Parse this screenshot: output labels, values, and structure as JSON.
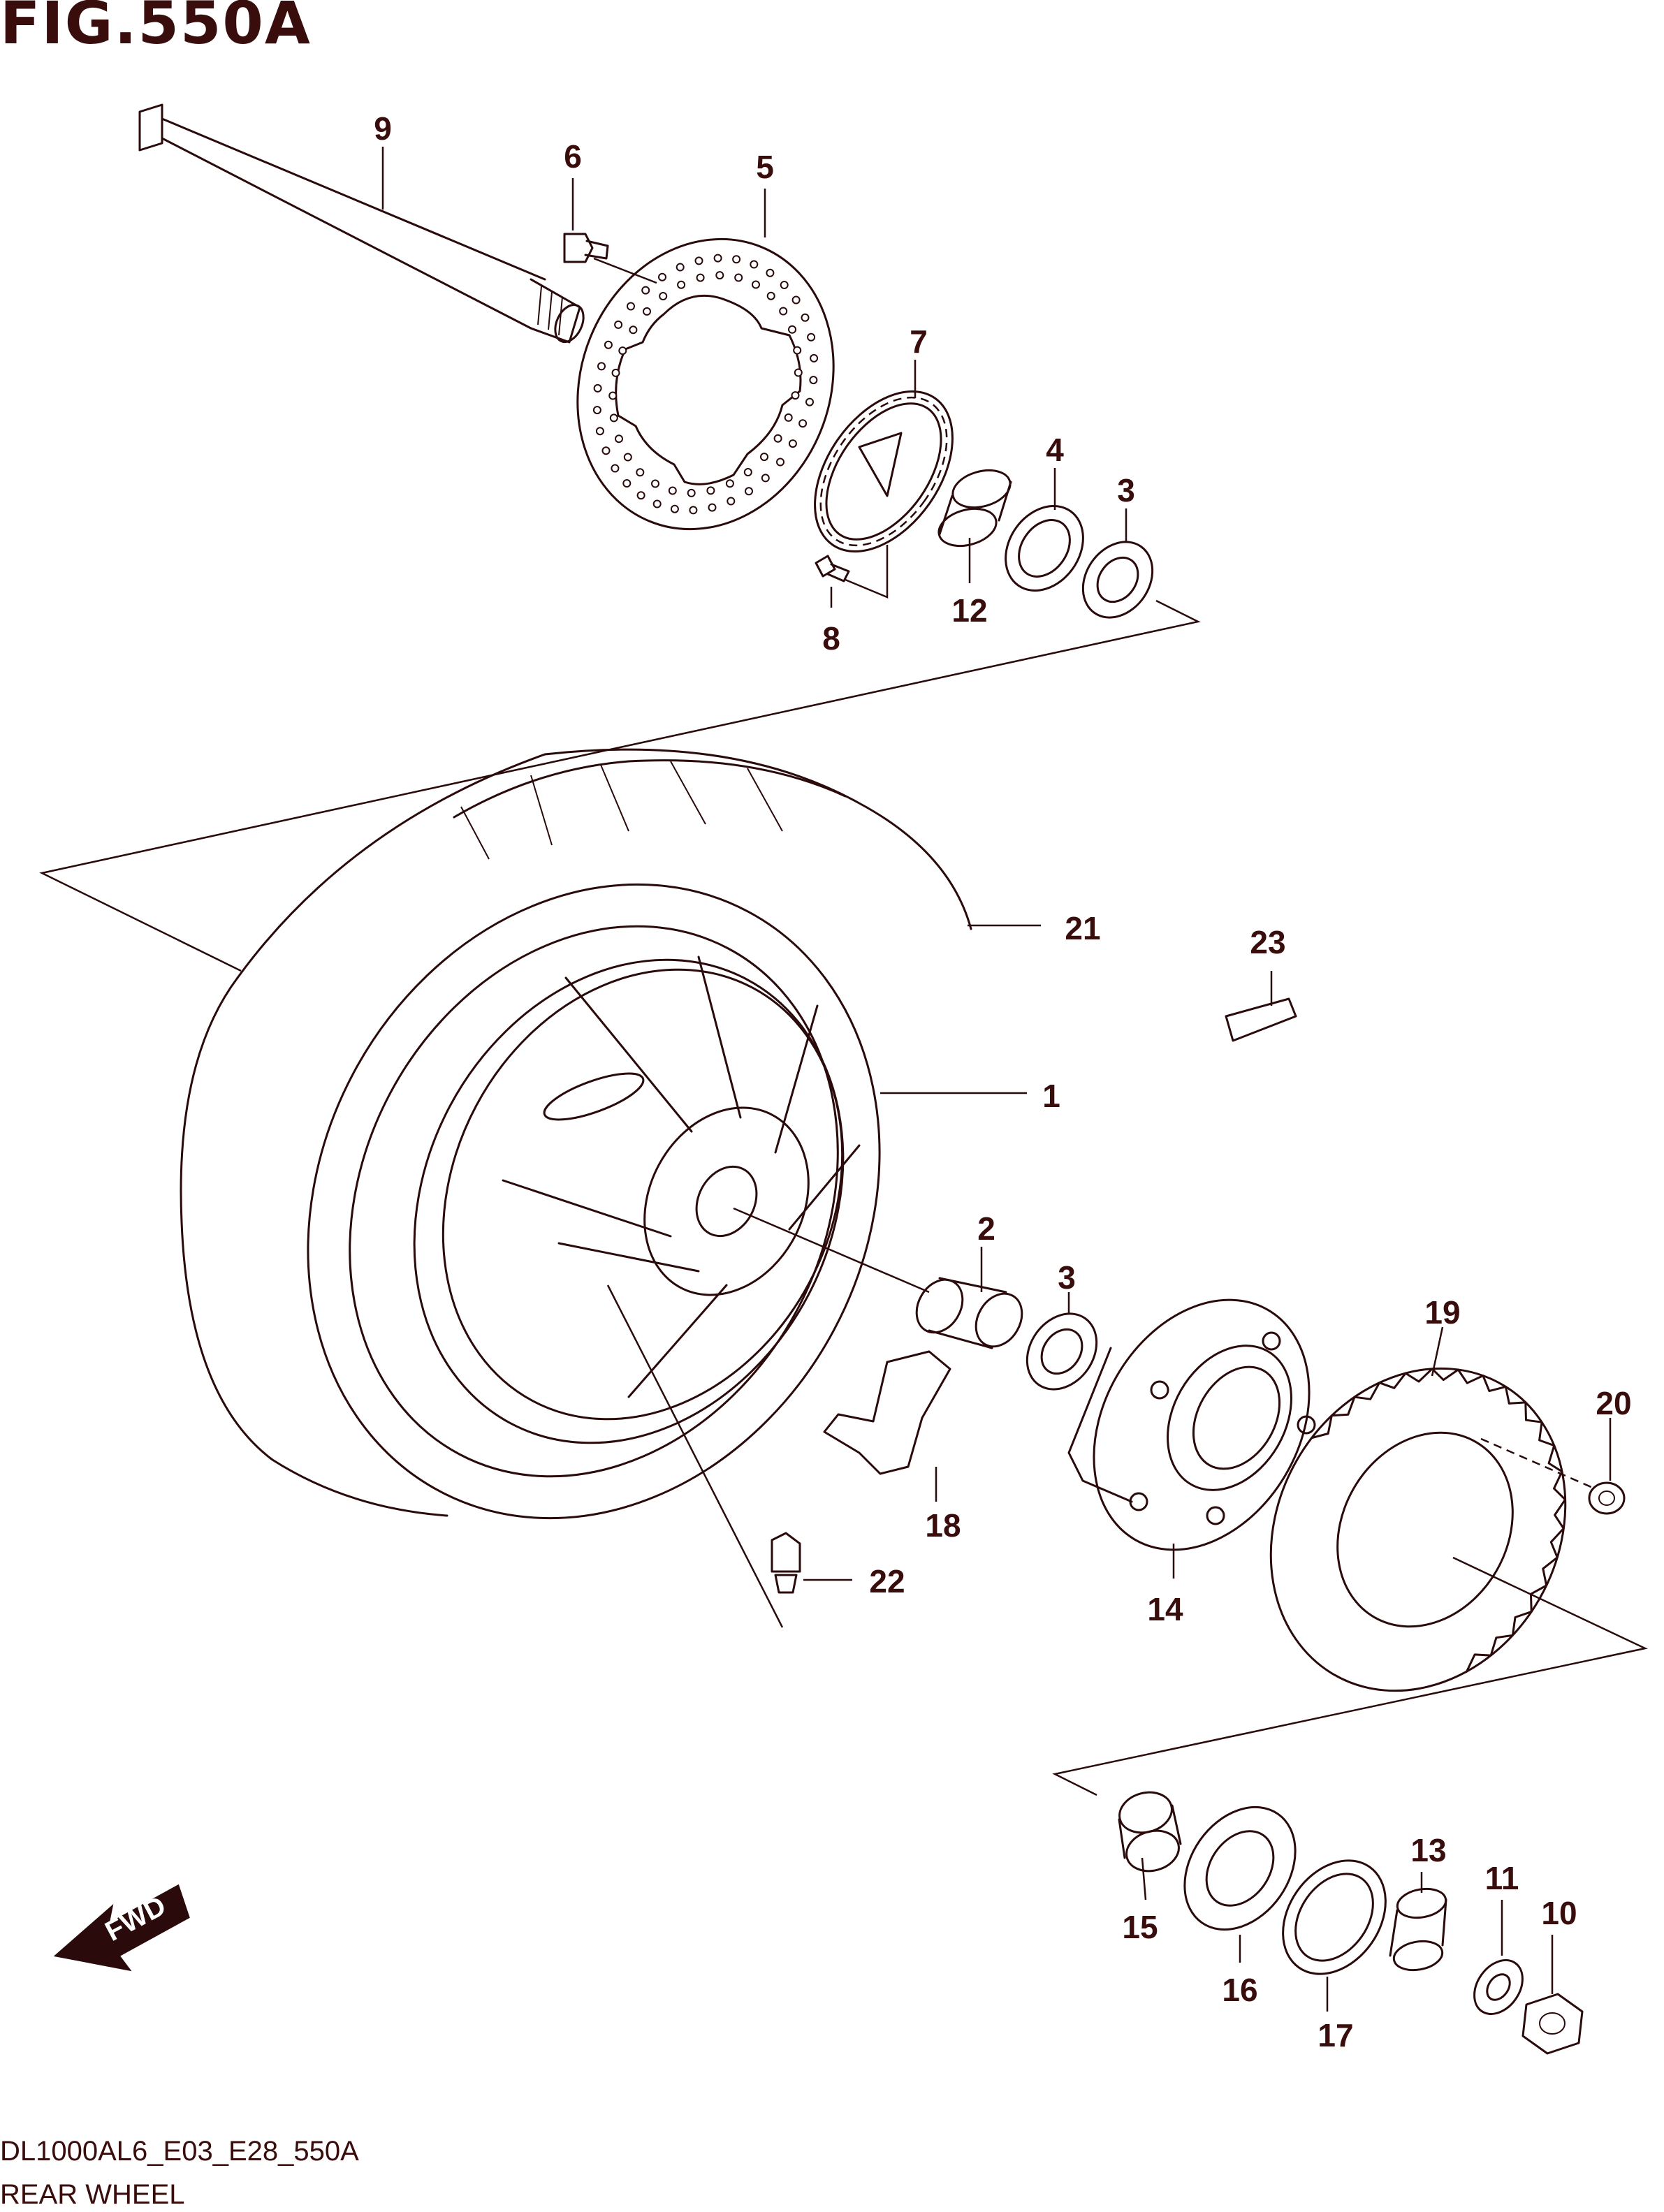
{
  "figure": {
    "title": "FIG.550A",
    "diagram_code": "DL1000AL6_E03_E28_550A",
    "caption": "REAR WHEEL",
    "fwd_label": "FWD"
  },
  "callouts": [
    {
      "id": "c1",
      "label": "1"
    },
    {
      "id": "c2",
      "label": "2"
    },
    {
      "id": "c3a",
      "label": "3"
    },
    {
      "id": "c3b",
      "label": "3"
    },
    {
      "id": "c4",
      "label": "4"
    },
    {
      "id": "c5",
      "label": "5"
    },
    {
      "id": "c6",
      "label": "6"
    },
    {
      "id": "c7",
      "label": "7"
    },
    {
      "id": "c8",
      "label": "8"
    },
    {
      "id": "c9",
      "label": "9"
    },
    {
      "id": "c10",
      "label": "10"
    },
    {
      "id": "c11",
      "label": "11"
    },
    {
      "id": "c12",
      "label": "12"
    },
    {
      "id": "c13",
      "label": "13"
    },
    {
      "id": "c14",
      "label": "14"
    },
    {
      "id": "c15",
      "label": "15"
    },
    {
      "id": "c16",
      "label": "16"
    },
    {
      "id": "c17",
      "label": "17"
    },
    {
      "id": "c18",
      "label": "18"
    },
    {
      "id": "c19",
      "label": "19"
    },
    {
      "id": "c20",
      "label": "20"
    },
    {
      "id": "c21",
      "label": "21"
    },
    {
      "id": "c22",
      "label": "22"
    },
    {
      "id": "c23",
      "label": "23"
    }
  ],
  "colors": {
    "ink": "#2a0a0a",
    "text": "#3a0d0d",
    "background": "#ffffff"
  }
}
